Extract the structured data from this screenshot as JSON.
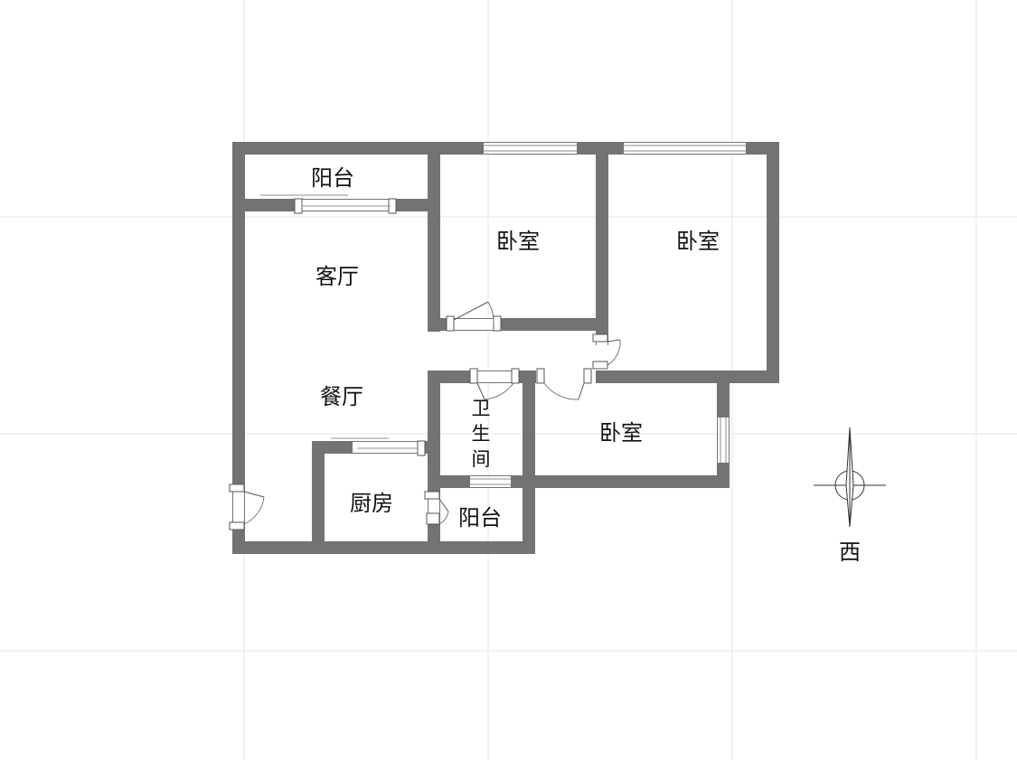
{
  "rooms": {
    "balcony_north": "阳台",
    "living_room": "客厅",
    "dining_room": "餐厅",
    "bedroom_left": "卧室",
    "bedroom_right": "卧室",
    "bedroom_south": "卧室",
    "bathroom_line1": "卫",
    "bathroom_line2": "生",
    "bathroom_line3": "间",
    "kitchen": "厨房",
    "balcony_south": "阳台"
  },
  "compass": {
    "direction_label": "西"
  },
  "colors": {
    "wall": "#737373",
    "grid": "#e6e6e6",
    "text": "#111111"
  }
}
